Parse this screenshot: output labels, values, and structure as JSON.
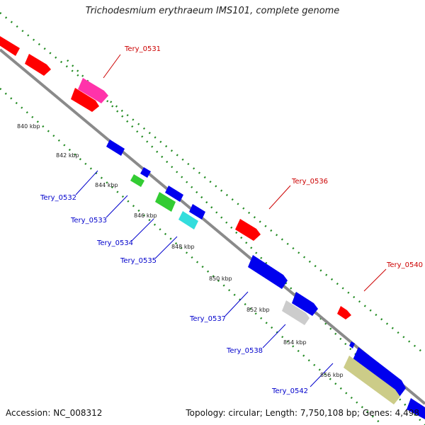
{
  "title": "Trichodesmium erythraeum IMS101, complete genome",
  "footer": {
    "accession": "Accession: NC_008312",
    "summary": "Topology: circular; Length: 7,750,108 bp; Genes: 4,498"
  },
  "kbp_ticks": [
    "840 kbp",
    "842 kbp",
    "844 kbp",
    "846 kbp",
    "848 kbp",
    "850 kbp",
    "852 kbp",
    "854 kbp",
    "856 kbp"
  ],
  "gene_labels": {
    "forward": [
      "Tery_0531",
      "Tery_0536",
      "Tery_0540"
    ],
    "reverse": [
      "Tery_0532",
      "Tery_0533",
      "Tery_0534",
      "Tery_0535",
      "Tery_0537",
      "Tery_0538",
      "Tery_0542"
    ]
  },
  "colors": {
    "backbone": "#8a8a8a",
    "red": "#ff0000",
    "blue": "#0000ee",
    "green": "#33cc33",
    "cyan": "#33dddd",
    "pink": "#ff33aa",
    "grey": "#cccccc",
    "khaki": "#cccc88",
    "forward_label": "#cc0000",
    "reverse_label": "#0000cc",
    "dots": "#228b22"
  }
}
